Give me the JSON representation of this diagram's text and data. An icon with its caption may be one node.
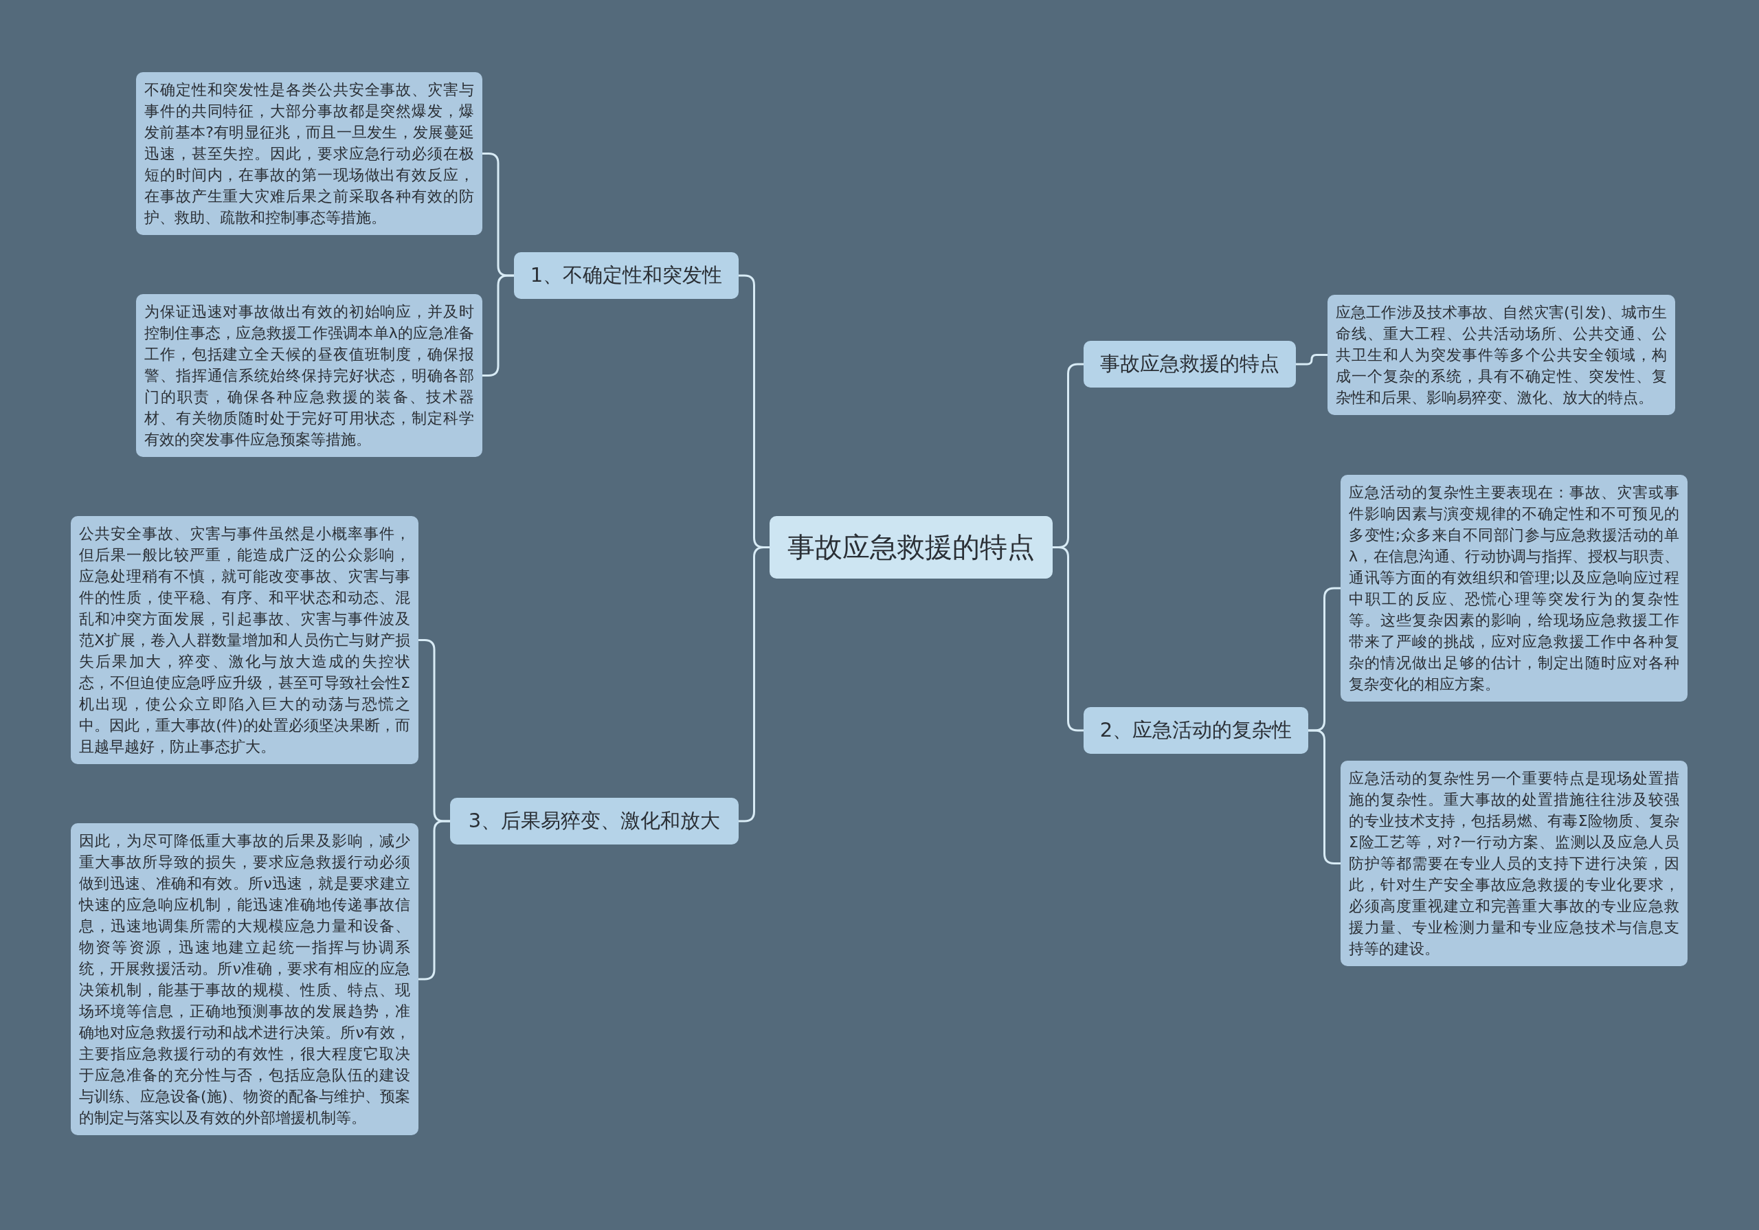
{
  "diagram": {
    "nodes": [
      {
        "text": [
          "事故应急救援的特点"
        ]
      },
      {
        "text": [
          "1、不确定性和突发性"
        ]
      },
      {
        "text": [
          "不确定性和突发性是各类公共安全事故、灾害与事件的共同特征，大部分事故都是突然爆发，爆发前基本?有明显征兆，而且一旦发生，发展蔓延迅速，甚至失控。因此，要求应急行动必须在极短的时间内，在事故的第一现场做出有效反应，在事故产生重大灾难后果之前采取各种有效的防护、救助、疏散和控制事态等措施。"
        ]
      },
      {
        "text": [
          "为保证迅速对事故做出有效的初始响应，并及时控制住事态，应急救援工作强调本单λ的应急准备工作，包括建立全天候的昼夜值班制度，确保报警、指挥通信系统始终保持完好状态，明确各部门的职责，确保各种应急救援的装备、技术器材、有关物质随时处于完好可用状态，制定科学有效的突发事件应急预案等措施。"
        ]
      },
      {
        "text": [
          "3、后果易猝变、激化和放大"
        ]
      },
      {
        "text": [
          "公共安全事故、灾害与事件虽然是小概率事件，但后果一般比较严重，能造成广泛的公众影响，应急处理稍有不慎，就可能改变事故、灾害与事件的性质，使平稳、有序、和平状态和动态、混乱和冲突方面发展，引起事故、灾害与事件波及范X扩展，卷入人群数量增加和人员伤亡与财产损失后果加大，猝变、激化与放大造成的失控状态，不但迫使应急呼应升级，甚至可导致社会性Σ机出现，使公众立即陷入巨大的动荡与恐慌之中。因此，重大事故(件)的处置必须坚决果断，而且越早越好，防止事态扩大。"
        ]
      },
      {
        "text": [
          "因此，为尽可降低重大事故的后果及影响，减少重大事故所导致的损失，要求应急救援行动必须做到迅速、准确和有效。所ν迅速，就是要求建立快速的应急响应机制，能迅速准确地传递事故信息，迅速地调集所需的大规模应急力量和设备、物资等资源，迅速地建立起统一指挥与协调系统，开展救援活动。所ν准确，要求有相应的应急决策机制，能基于事故的规模、性质、特点、现场环境等信息，正确地预测事故的发展趋势，准确地对应急救援行动和战术进行决策。所ν有效，主要指应急救援行动的有效性，很大程度它取决于应急准备的充分性与否，包括应急队伍的建设与训练、应急设备(施)、物资的配备与维护、预案的制定与落实以及有效的外部增援机制等。"
        ]
      },
      {
        "text": [
          "事故应急救援的特点"
        ]
      },
      {
        "text": [
          "应急工作涉及技术事故、自然灾害(引发)、城市生命线、重大工程、公共活动场所、公共交通、公共卫生和人为突发事件等多个公共安全领域，构成一个复杂的系统，具有不确定性、突发性、复杂性和后果、影响易猝变、激化、放大的特点。"
        ]
      },
      {
        "text": [
          "2、应急活动的复杂性"
        ]
      },
      {
        "text": [
          "应急活动的复杂性主要表现在：事故、灾害或事件影响因素与演变规律的不确定性和不可预见的多变性;众多来自不同部门参与应急救援活动的单λ，在信息沟通、行动协调与指挥、授权与职责、通讯等方面的有效组织和管理;以及应急响应过程中职工的反应、恐慌心理等突发行为的复杂性等。这些复杂因素的影响，给现场应急救援工作带来了严峻的挑战，应对应急救援工作中各种复杂的情况做出足够的估计，制定出随时应对各种复杂变化的相应方案。"
        ]
      },
      {
        "text": [
          "应急活动的复杂性另一个重要特点是现场处置措施的复杂性。重大事故的处置措施往往涉及较强的专业技术支持，包括易燃、有毒Σ险物质、复杂Σ险工艺等，对?一行动方案、监测以及应急人员防护等都需要在专业人员的支持下进行决策，因此，针对生产安全事故应急救援的专业化要求，必须高度重视建立和完善重大事故的专业应急救援力量、专业检测力量和专业应急技术与信息支持等的建设。"
        ]
      }
    ],
    "edges": [
      {
        "from": 0,
        "to": 1,
        "arrow": "none"
      },
      {
        "from": 1,
        "to": 2,
        "arrow": "none"
      },
      {
        "from": 1,
        "to": 3,
        "arrow": "none"
      },
      {
        "from": 0,
        "to": 4,
        "arrow": "none"
      },
      {
        "from": 4,
        "to": 5,
        "arrow": "none"
      },
      {
        "from": 4,
        "to": 6,
        "arrow": "none"
      },
      {
        "from": 0,
        "to": 7,
        "arrow": "none"
      },
      {
        "from": 7,
        "to": 8,
        "arrow": "none"
      },
      {
        "from": 0,
        "to": 9,
        "arrow": "none"
      },
      {
        "from": 9,
        "to": 10,
        "arrow": "none"
      },
      {
        "from": 9,
        "to": 11,
        "arrow": "none"
      }
    ]
  }
}
